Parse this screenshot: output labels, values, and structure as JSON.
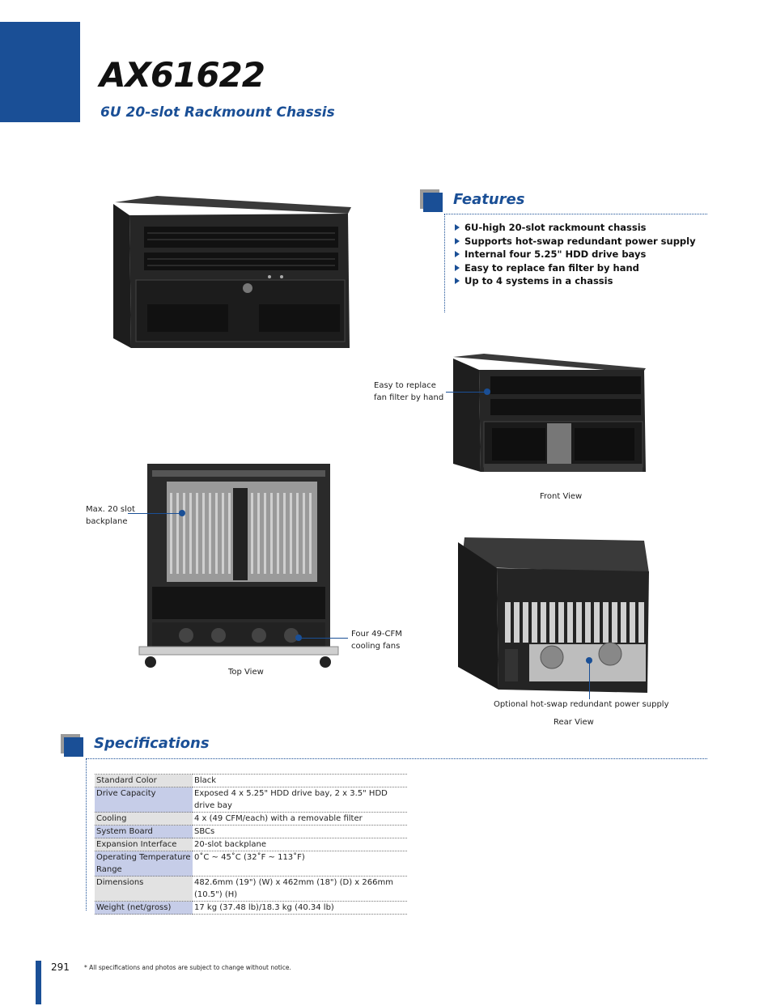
{
  "header": {
    "model": "AX61622",
    "subtitle": "6U 20-slot Rackmount Chassis"
  },
  "features": {
    "title": "Features",
    "items": [
      "6U-high 20-slot rackmount chassis",
      "Supports hot-swap redundant power supply",
      "Internal four 5.25\" HDD drive bays",
      "Easy to replace fan filter by hand",
      "Up to 4 systems in a chassis"
    ]
  },
  "callouts": {
    "fan_filter": [
      "Easy to replace",
      "fan filter by hand"
    ],
    "backplane": [
      "Max. 20 slot",
      "backplane"
    ],
    "cooling_fans": [
      "Four 49-CFM",
      "cooling fans"
    ],
    "power_supply": "Optional hot-swap redundant power supply"
  },
  "views": {
    "front": "Front View",
    "top": "Top View",
    "rear": "Rear View"
  },
  "specifications": {
    "title": "Specifications",
    "rows": [
      {
        "key": "Standard Color",
        "value": "Black"
      },
      {
        "key": "Drive Capacity",
        "value": "Exposed 4 x 5.25\" HDD drive bay, 2 x 3.5\" HDD drive bay"
      },
      {
        "key": "Cooling",
        "value": "4 x (49 CFM/each) with a removable filter"
      },
      {
        "key": "System Board",
        "value": "SBCs"
      },
      {
        "key": "Expansion Interface",
        "value": "20-slot backplane"
      },
      {
        "key": "Operating Temperature Range",
        "value": "0˚C ~ 45˚C (32˚F ~ 113˚F)"
      },
      {
        "key": "Dimensions",
        "value": "482.6mm (19\") (W) x 462mm (18\") (D) x 266mm (10.5\") (H)"
      },
      {
        "key": "Weight (net/gross)",
        "value": "17 kg (37.48 lb)/18.3 kg (40.34 lb)"
      }
    ]
  },
  "footer": {
    "page_number": "291",
    "note": "* All specifications and photos are subject to change without notice."
  }
}
